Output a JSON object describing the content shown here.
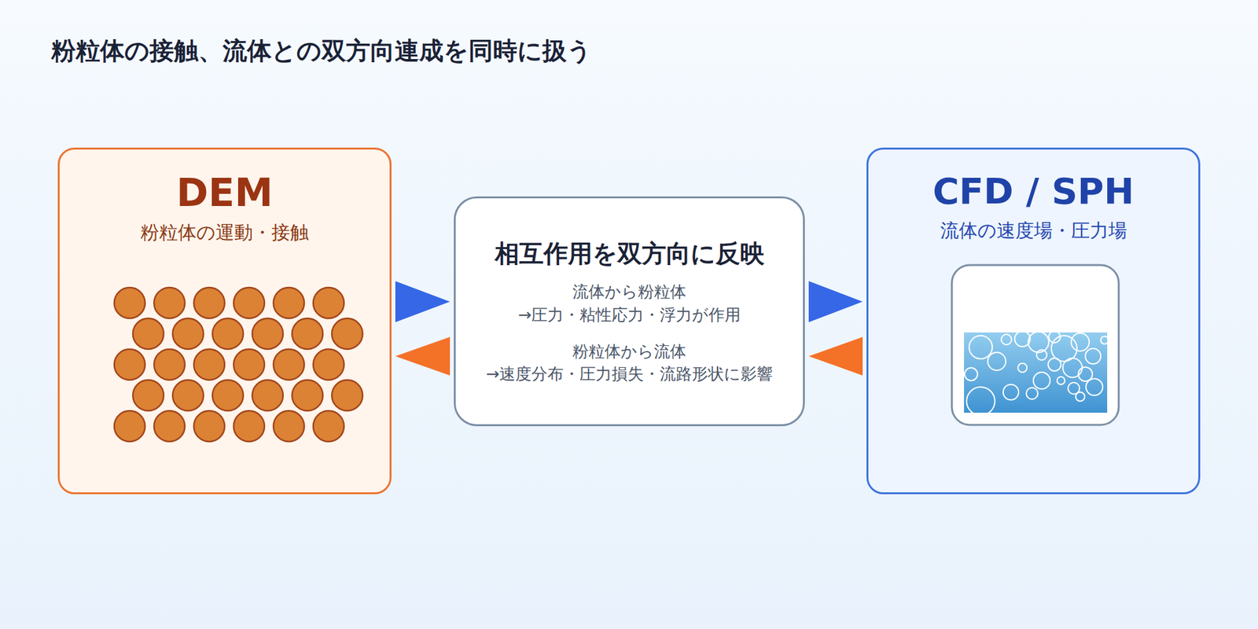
{
  "diagram": {
    "title": "粉粒体の接触、流体との双方向連成を同時に扱う",
    "nodes": [
      {
        "text": [
          "DEM",
          "粉粒体の運動・接触"
        ]
      },
      {
        "text": [
          "相互作用を双方向に反映",
          "流体から粉粒体",
          "→圧力・粘性応力・浮力が作用",
          "粉粒体から流体",
          "→速度分布・圧力損失・流路形状に影響"
        ]
      },
      {
        "text": [
          "CFD / SPH",
          "流体の速度場・圧力場"
        ]
      }
    ],
    "edges": [
      {
        "from": 0,
        "to": 1,
        "arrow": "to"
      },
      {
        "from": 1,
        "to": 0,
        "arrow": "to"
      },
      {
        "from": 1,
        "to": 2,
        "arrow": "to"
      },
      {
        "from": 2,
        "to": 1,
        "arrow": "to"
      }
    ]
  }
}
